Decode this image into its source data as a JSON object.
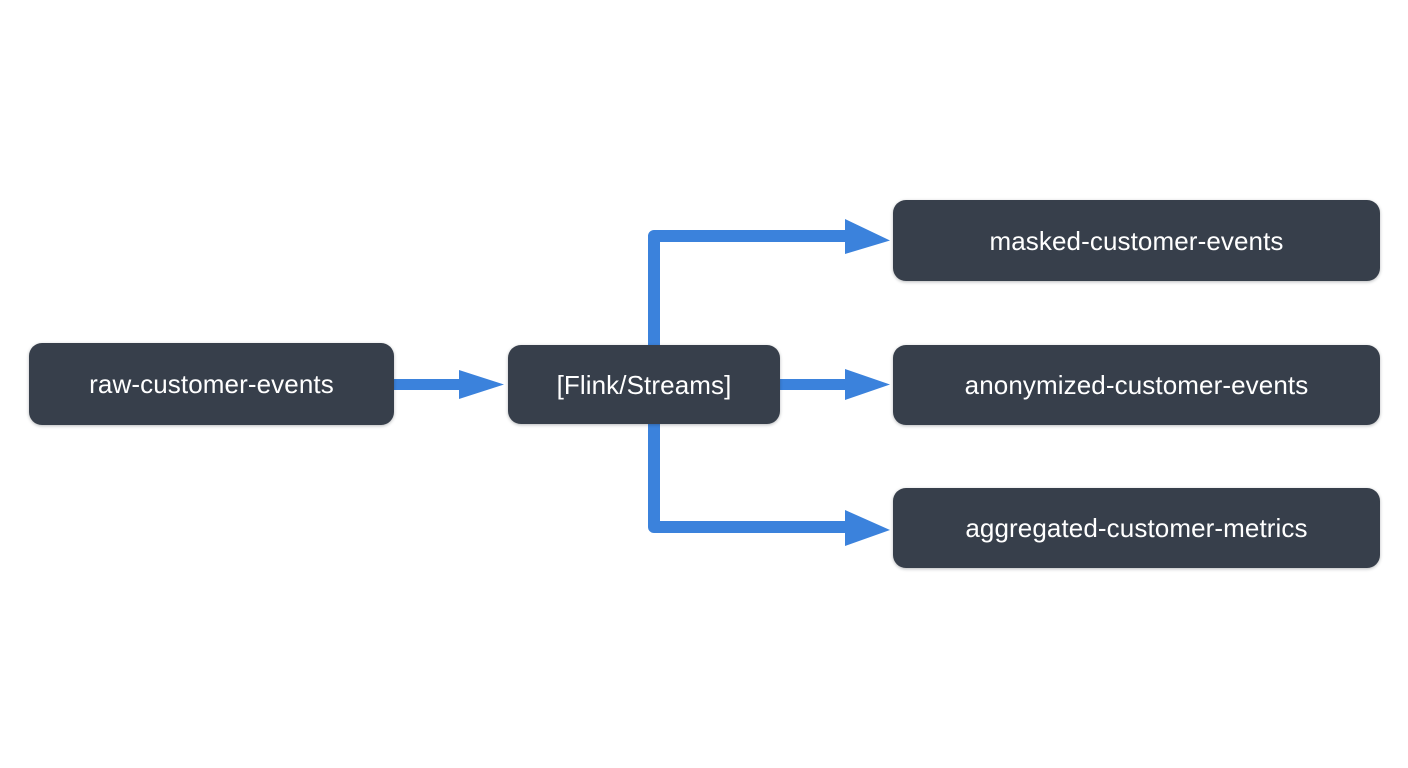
{
  "diagram": {
    "type": "flowchart",
    "orientation": "left-to-right",
    "background_color": "#ffffff",
    "node_fill_color": "#373f4b",
    "node_text_color": "#ffffff",
    "edge_color": "#3b82dc",
    "nodes": [
      {
        "id": "raw",
        "label": "raw-customer-events",
        "role": "source-topic",
        "column": 0,
        "row": 1
      },
      {
        "id": "processor",
        "label": "[Flink/Streams]",
        "role": "stream-processor",
        "column": 1,
        "row": 1
      },
      {
        "id": "masked",
        "label": "masked-customer-events",
        "role": "sink-topic",
        "column": 2,
        "row": 0
      },
      {
        "id": "anonymized",
        "label": "anonymized-customer-events",
        "role": "sink-topic",
        "column": 2,
        "row": 1
      },
      {
        "id": "aggregated",
        "label": "aggregated-customer-metrics",
        "role": "sink-topic",
        "column": 2,
        "row": 2
      }
    ],
    "edges": [
      {
        "id": "edge-raw-processor",
        "from": "raw",
        "to": "processor",
        "style": "straight-arrow"
      },
      {
        "id": "edge-processor-masked",
        "from": "processor",
        "to": "masked",
        "style": "elbow-arrow-up"
      },
      {
        "id": "edge-processor-anonymized",
        "from": "processor",
        "to": "anonymized",
        "style": "straight-arrow"
      },
      {
        "id": "edge-processor-aggregated",
        "from": "processor",
        "to": "aggregated",
        "style": "elbow-arrow-down"
      }
    ]
  }
}
